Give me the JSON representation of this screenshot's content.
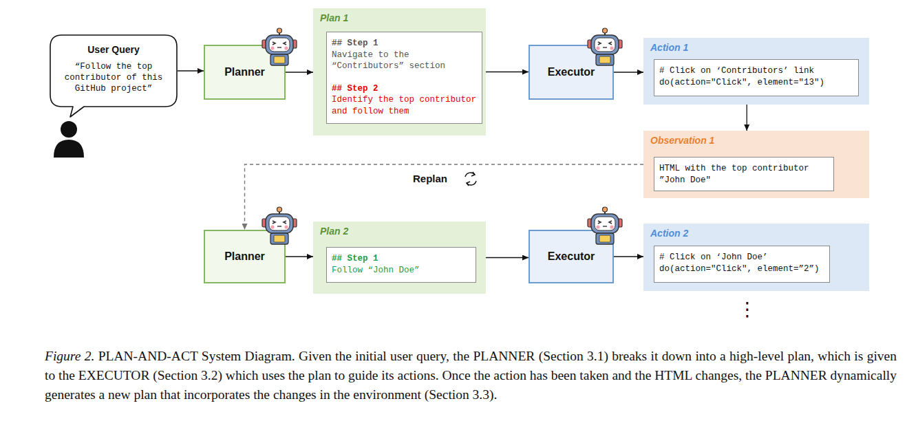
{
  "diagram": {
    "caption": "Figure 2. PLAN-AND-ACT System Diagram. Given the initial user query, the PLANNER (Section 3.1) breaks it down into a high-level plan, which is given to the EXECUTOR (Section 3.2) which uses the plan to guide its actions. Once the action has been taken and the HTML changes, the PLANNER dynamically generates a new plan that incorporates the changes in the environment (Section 3.3).",
    "nodes": [
      {
        "text": [
          "User Query",
          "“Follow the top contributor of this GitHub project”"
        ]
      },
      {
        "text": [
          "Planner"
        ]
      },
      {
        "text": [
          "Plan 1"
        ]
      },
      {
        "text": [
          "## Step 1",
          "Navigate to the “Contributors” section",
          "## Step 2",
          "Identify the top contributor and follow them"
        ],
        "in": 2
      },
      {
        "text": [
          "Executor"
        ]
      },
      {
        "text": [
          "Action 1"
        ]
      },
      {
        "text": [
          "# Click on ‘Contributors’ link",
          "do(action=\"Click\", element=\"13\")"
        ],
        "in": 5
      },
      {
        "text": [
          "Observation 1"
        ]
      },
      {
        "text": [
          "HTML with the top contributor ”John Doe\""
        ],
        "in": 7
      },
      {
        "text": [
          "Planner"
        ]
      },
      {
        "text": [
          "Plan 2"
        ]
      },
      {
        "text": [
          "## Step 1",
          "Follow “John Doe”"
        ],
        "in": 10
      },
      {
        "text": [
          "Executor"
        ]
      },
      {
        "text": [
          "Action 2"
        ]
      },
      {
        "text": [
          "# Click on ‘John Doe’",
          "do(action=\"Click\", element=”2”)"
        ],
        "in": 13
      }
    ],
    "edges": [
      {
        "from": 0,
        "to": 1,
        "arrow": "to"
      },
      {
        "from": 1,
        "to": 2,
        "arrow": "to"
      },
      {
        "from": 2,
        "to": 4,
        "arrow": "to"
      },
      {
        "from": 4,
        "to": 5,
        "arrow": "to"
      },
      {
        "from": 5,
        "to": 7,
        "arrow": "to"
      },
      {
        "from": 7,
        "to": 9,
        "label": "Replan",
        "arrow": "to"
      },
      {
        "from": 9,
        "to": 10,
        "arrow": "to"
      },
      {
        "from": 10,
        "to": 12,
        "arrow": "to"
      },
      {
        "from": 12,
        "to": 13,
        "arrow": "to"
      }
    ],
    "labels": [
      "⋮"
    ]
  }
}
